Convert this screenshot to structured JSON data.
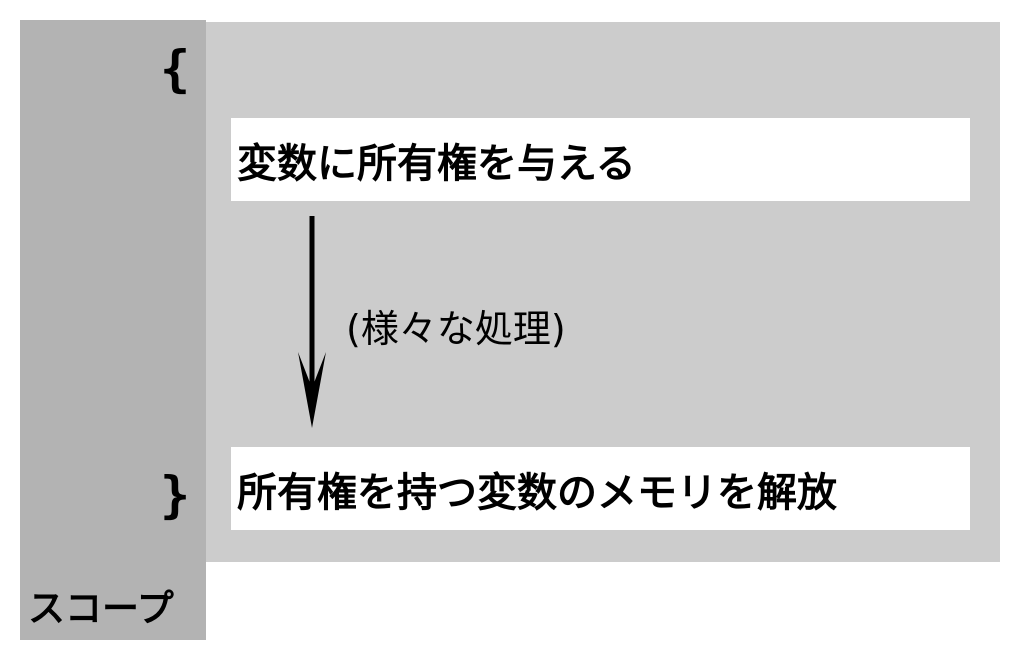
{
  "diagram": {
    "open_brace": "{",
    "close_brace": "}",
    "first_statement": "変数に所有権を与える",
    "process_note": "(様々な処理)",
    "last_statement": "所有権を持つ変数のメモリを解放",
    "scope_label": "スコープ"
  },
  "colors": {
    "scope_bar": "#b3b3b3",
    "scope_body": "#cccccc",
    "statement_box": "#ffffff",
    "text": "#000000"
  }
}
